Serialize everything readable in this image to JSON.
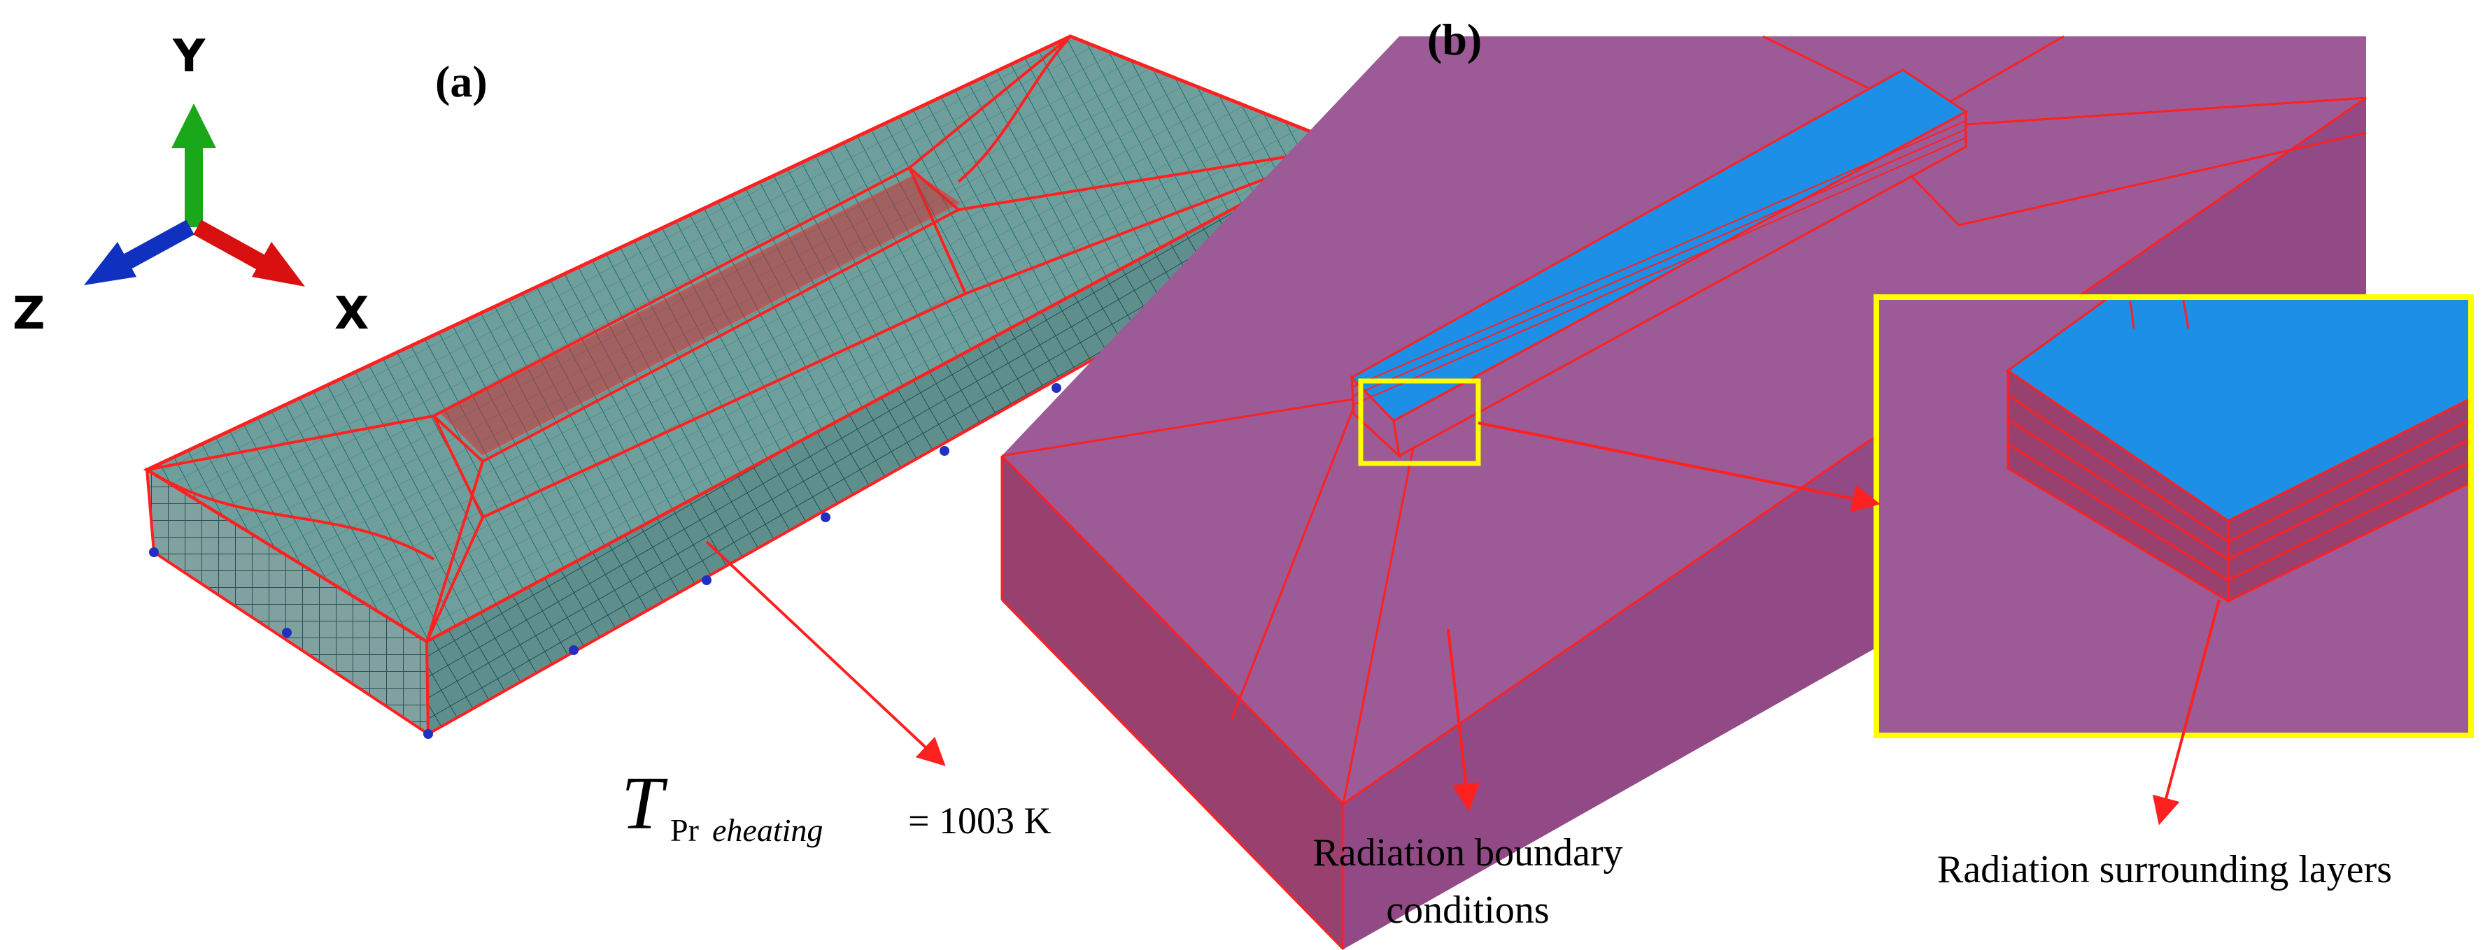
{
  "panels": {
    "a_label": "(a)",
    "b_label": "(b)"
  },
  "axes": {
    "y": "Y",
    "z": "Z",
    "x": "X"
  },
  "formula": {
    "symbol": "T",
    "sub_upright": "Pr",
    "sub_italic": "eheating",
    "value": "= 1003 K"
  },
  "annotations": {
    "boundary_line1": "Radiation boundary",
    "boundary_line2": "conditions",
    "layers": "Radiation surrounding layers"
  },
  "colors": {
    "mesh_fill": "#6f9f9c",
    "mesh_line": "#1d6b70",
    "edge_red": "#ff2020",
    "plate_magenta": "#9c5a96",
    "deposit_blue": "#1e8fe6",
    "highlight_yellow": "#ffff00",
    "axis_y_green": "#1aa81a",
    "axis_z_blue": "#1030c0",
    "axis_x_red": "#d81010"
  },
  "icons": [
    "axis-triad-icon"
  ]
}
